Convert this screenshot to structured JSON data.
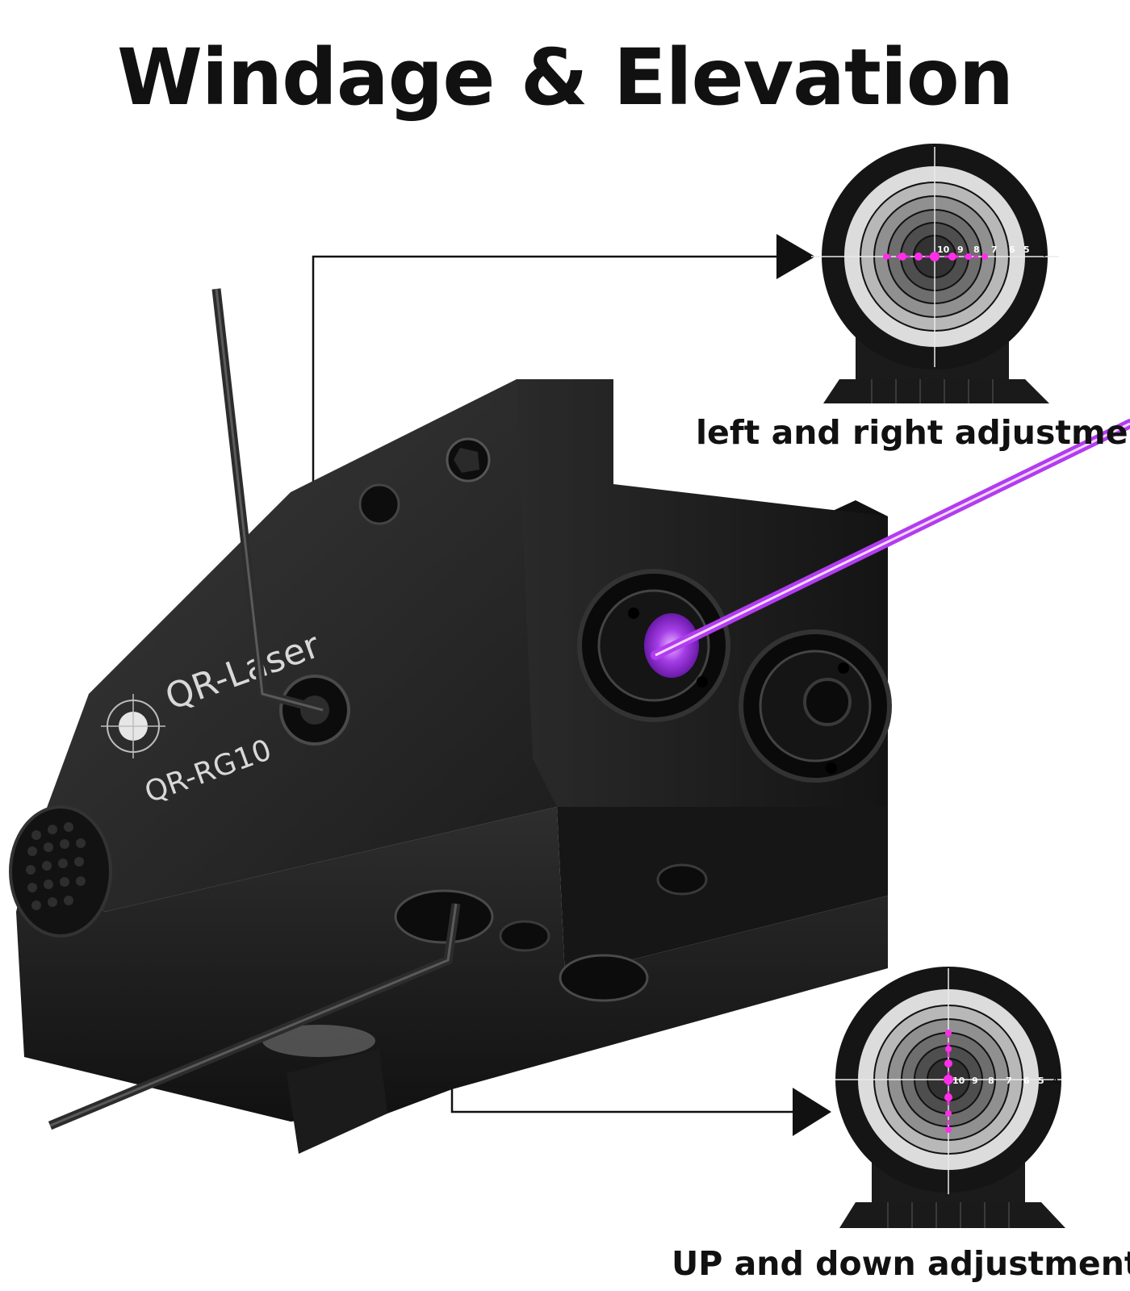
{
  "title": "Windage & Elevation",
  "device": {
    "brand": "QR-Laser",
    "model": "QR-RG10"
  },
  "targets": [
    {
      "caption": "left and right adjustment",
      "ring_numbers": [
        "10",
        "9",
        "8",
        "7",
        "6",
        "5",
        "4"
      ],
      "marker_axis": "horizontal"
    },
    {
      "caption": "UP and down adjustment",
      "ring_numbers": [
        "10",
        "9",
        "8",
        "7",
        "6",
        "5",
        "4"
      ],
      "marker_axis": "vertical"
    }
  ],
  "colors": {
    "laser": "#b23cf0",
    "marker": "#ff2ee8",
    "device_body": "#1e1e1e",
    "text": "#111111"
  }
}
